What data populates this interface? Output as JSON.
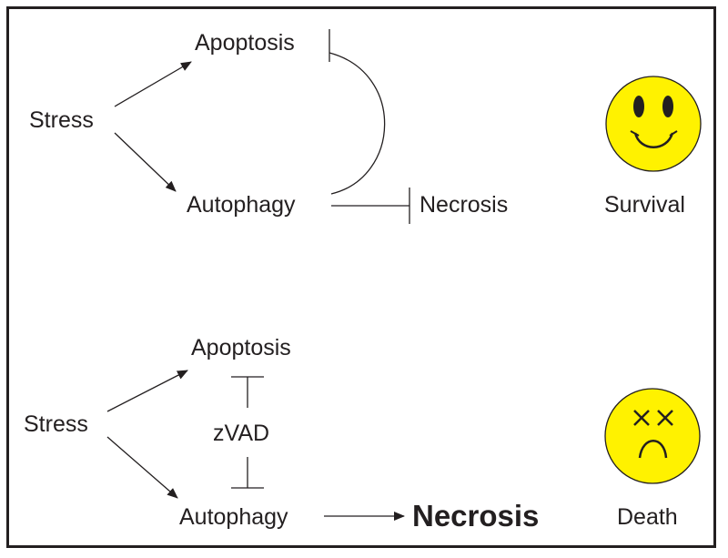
{
  "panel_top": {
    "stress": "Stress",
    "apoptosis": "Apoptosis",
    "autophagy": "Autophagy",
    "necrosis": "Necrosis",
    "outcome": "Survival",
    "face_icon": "smiley-face-icon",
    "face_color": "#fff200"
  },
  "panel_bottom": {
    "stress": "Stress",
    "apoptosis": "Apoptosis",
    "inhibitor": "zVAD",
    "autophagy": "Autophagy",
    "necrosis": "Necrosis",
    "outcome": "Death",
    "face_icon": "dead-face-icon",
    "face_color": "#fff200"
  }
}
